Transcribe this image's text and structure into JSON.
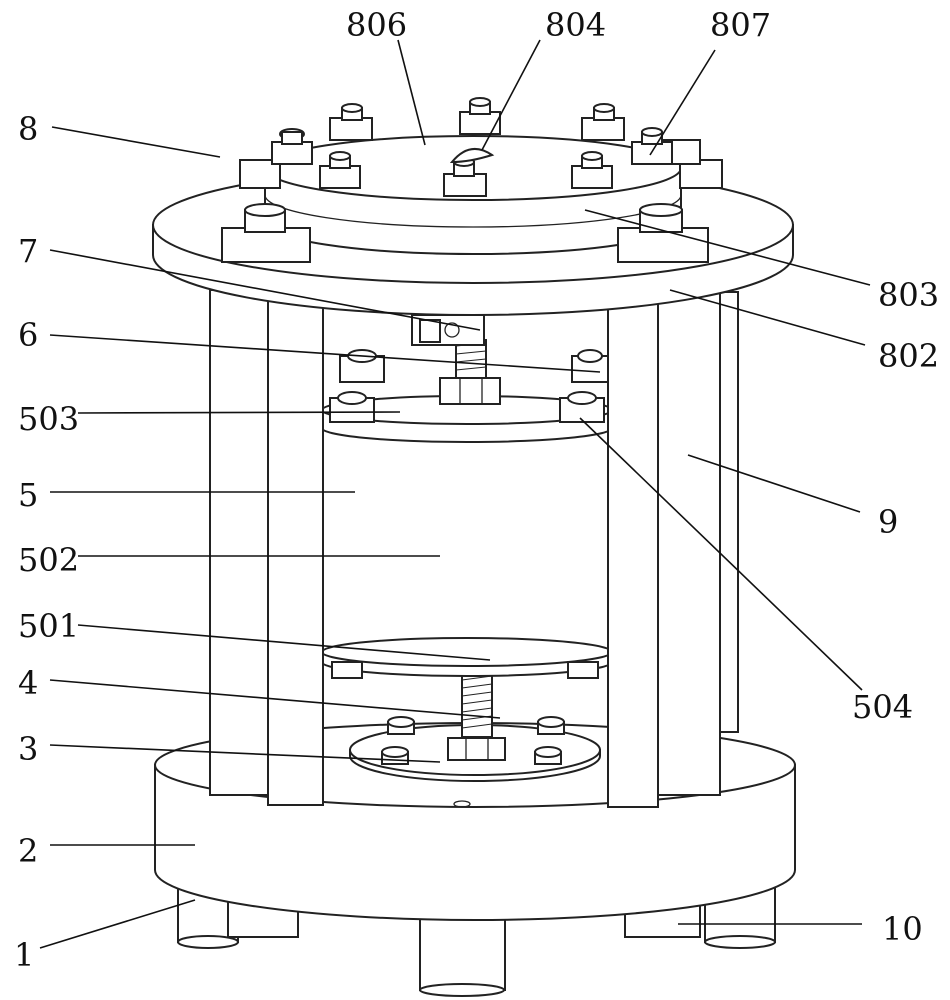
{
  "labels": {
    "l806": "806",
    "l804": "804",
    "l807": "807",
    "l8": "8",
    "l7": "7",
    "l803": "803",
    "l6": "6",
    "l802": "802",
    "l503": "503",
    "l5": "5",
    "l9": "9",
    "l502": "502",
    "l501": "501",
    "l4": "4",
    "l504": "504",
    "l3": "3",
    "l2": "2",
    "l1": "1",
    "l10": "10"
  }
}
